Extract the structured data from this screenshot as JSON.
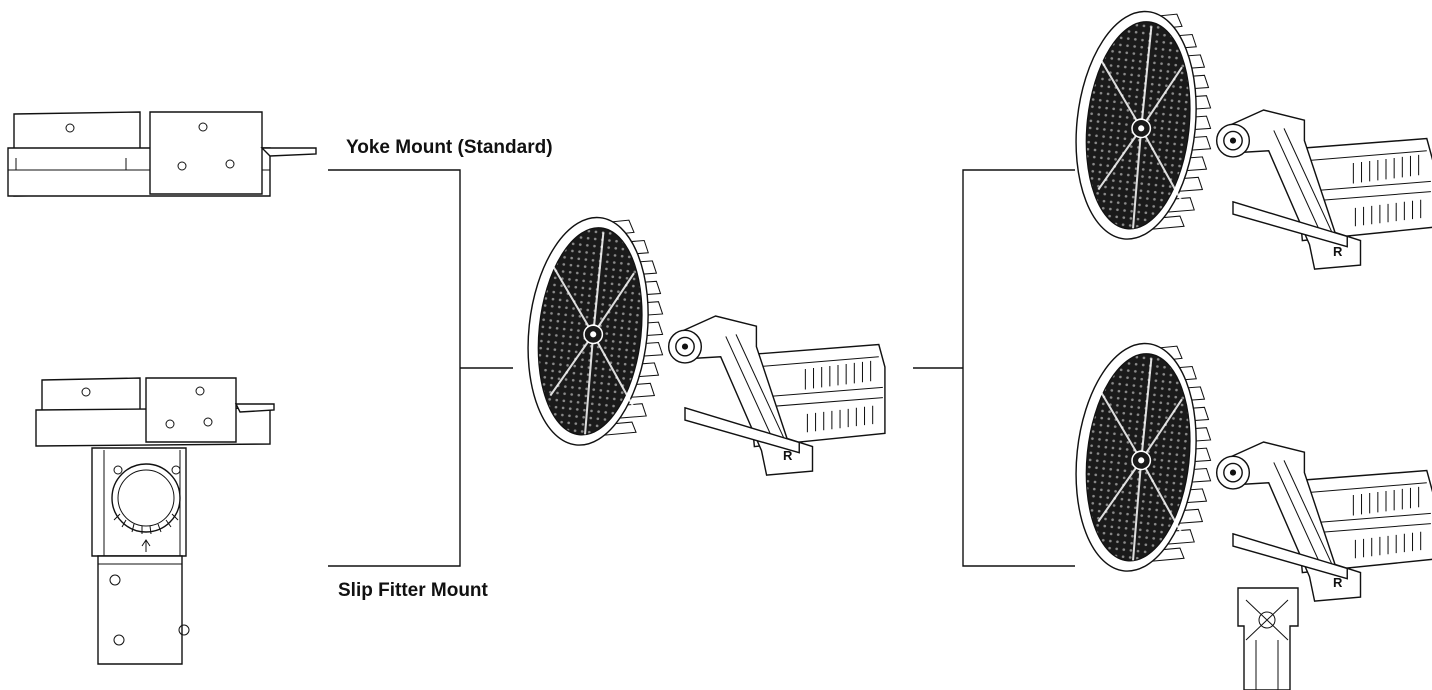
{
  "labels": {
    "yoke": "Yoke Mount (Standard)",
    "slip": "Slip Fitter Mount"
  },
  "fixture_badge": "R",
  "colors": {
    "line": "#111111",
    "background": "#ffffff",
    "lens_dark": "#1a1a1a"
  }
}
